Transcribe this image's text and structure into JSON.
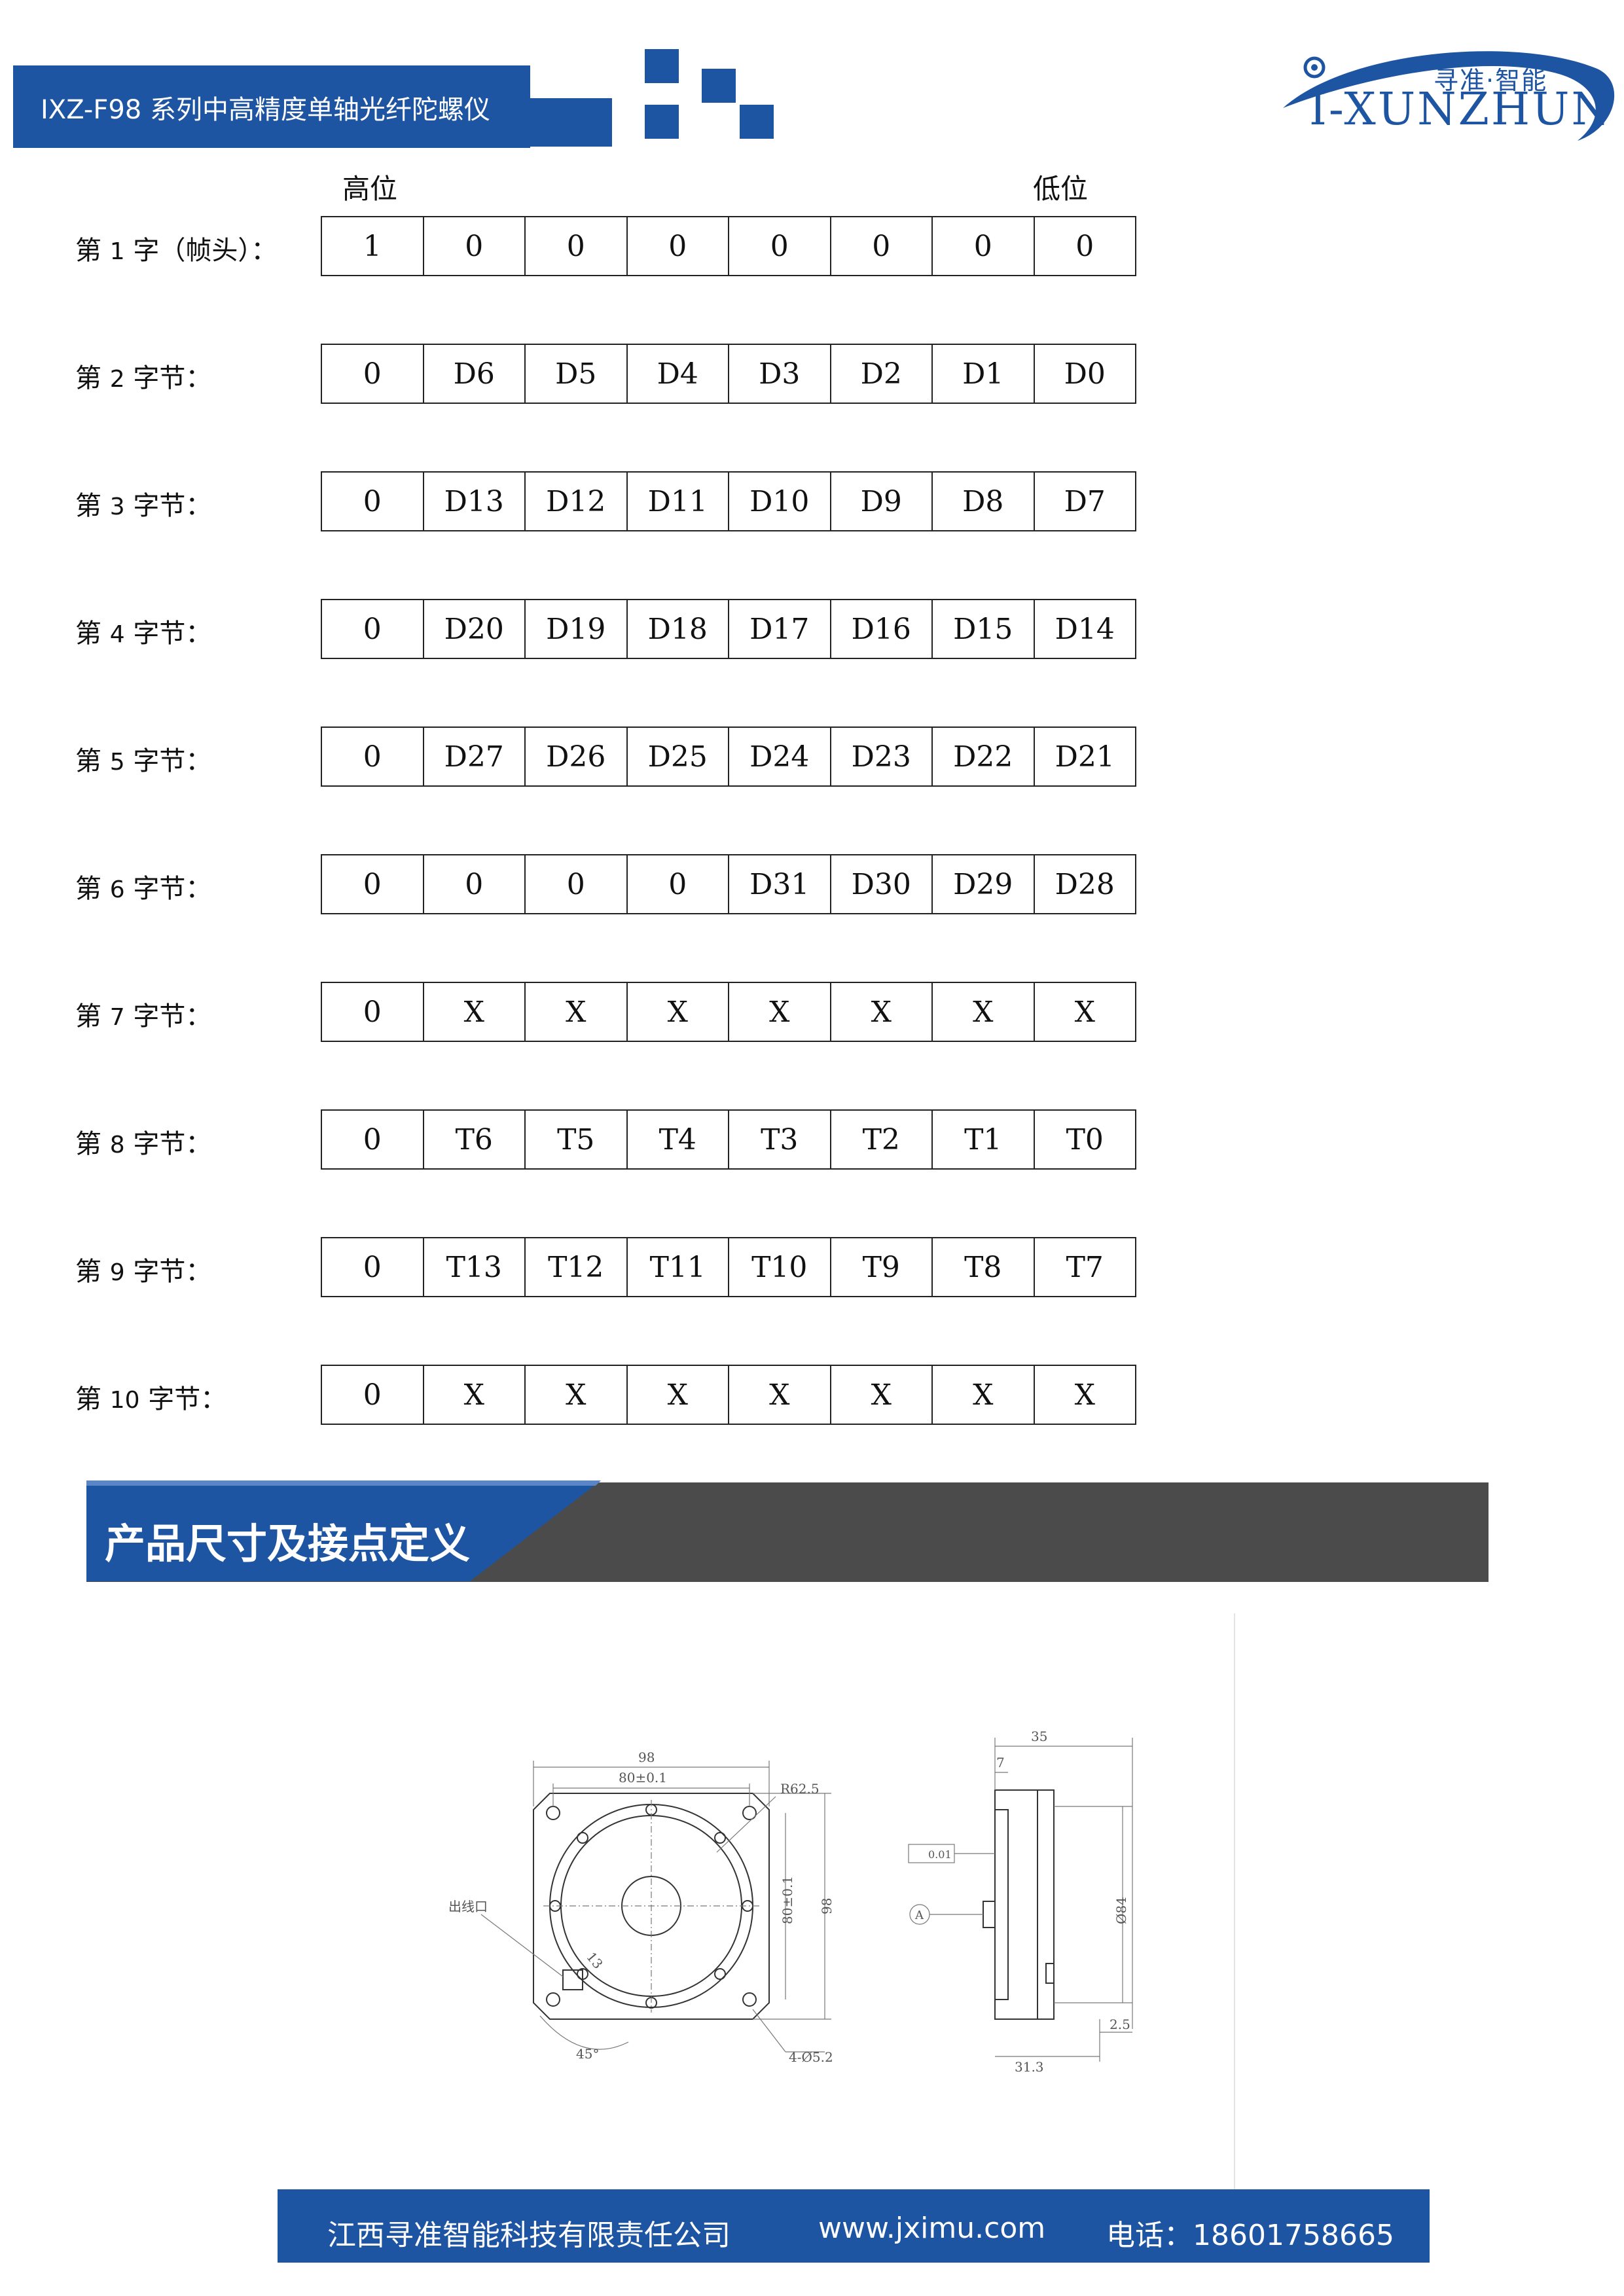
{
  "header": {
    "title": "IXZ-F98 系列中高精度单轴光纤陀螺仪",
    "logo_cn": "寻准·智能",
    "logo_en": "I-XUNZHUN"
  },
  "bit_table": {
    "high_label": "高位",
    "low_label": "低位",
    "rows": [
      {
        "prefix": "第 ",
        "num": "1",
        "suffix": " 字（帧头）：",
        "cells": [
          "1",
          "0",
          "0",
          "0",
          "0",
          "0",
          "0",
          "0"
        ]
      },
      {
        "prefix": "第 ",
        "num": "2",
        "suffix": " 字节：",
        "cells": [
          "0",
          "D6",
          "D5",
          "D4",
          "D3",
          "D2",
          "D1",
          "D0"
        ]
      },
      {
        "prefix": "第 ",
        "num": "3",
        "suffix": " 字节：",
        "cells": [
          "0",
          "D13",
          "D12",
          "D11",
          "D10",
          "D9",
          "D8",
          "D7"
        ]
      },
      {
        "prefix": "第 ",
        "num": "4",
        "suffix": " 字节：",
        "cells": [
          "0",
          "D20",
          "D19",
          "D18",
          "D17",
          "D16",
          "D15",
          "D14"
        ]
      },
      {
        "prefix": "第 ",
        "num": "5",
        "suffix": " 字节：",
        "cells": [
          "0",
          "D27",
          "D26",
          "D25",
          "D24",
          "D23",
          "D22",
          "D21"
        ]
      },
      {
        "prefix": "第 ",
        "num": "6",
        "suffix": " 字节：",
        "cells": [
          "0",
          "0",
          "0",
          "0",
          "D31",
          "D30",
          "D29",
          "D28"
        ]
      },
      {
        "prefix": "第 ",
        "num": "7",
        "suffix": " 字节：",
        "cells": [
          "0",
          "X",
          "X",
          "X",
          "X",
          "X",
          "X",
          "X"
        ]
      },
      {
        "prefix": "第 ",
        "num": "8",
        "suffix": " 字节：",
        "cells": [
          "0",
          "T6",
          "T5",
          "T4",
          "T3",
          "T2",
          "T1",
          "T0"
        ]
      },
      {
        "prefix": "第 ",
        "num": "9",
        "suffix": " 字节：",
        "cells": [
          "0",
          "T13",
          "T12",
          "T11",
          "T10",
          "T9",
          "T8",
          "T7"
        ]
      },
      {
        "prefix": "第 ",
        "num": "10",
        "suffix": " 字节：",
        "cells": [
          "0",
          "X",
          "X",
          "X",
          "X",
          "X",
          "X",
          "X"
        ]
      }
    ]
  },
  "section": {
    "title": "产品尺寸及接点定义"
  },
  "drawing": {
    "dim_98": "98",
    "dim_80": "80±0.1",
    "dim_r": "R62.5",
    "dim_80v": "80±0.1",
    "dim_98v": "98",
    "dim_13": "13",
    "dim_45": "45°",
    "dim_holes": "4-Ø5.2",
    "label_outlet": "出线口",
    "dim_35": "35",
    "dim_7": "7",
    "flat_tol": "0.01",
    "datum": "A",
    "dim_84": "Ø84",
    "dim_25": "2.5",
    "dim_313": "31.3"
  },
  "footer": {
    "company": "江西寻准智能科技有限责任公司",
    "website": "www.jximu.com",
    "phone": "电话：18601758665"
  }
}
